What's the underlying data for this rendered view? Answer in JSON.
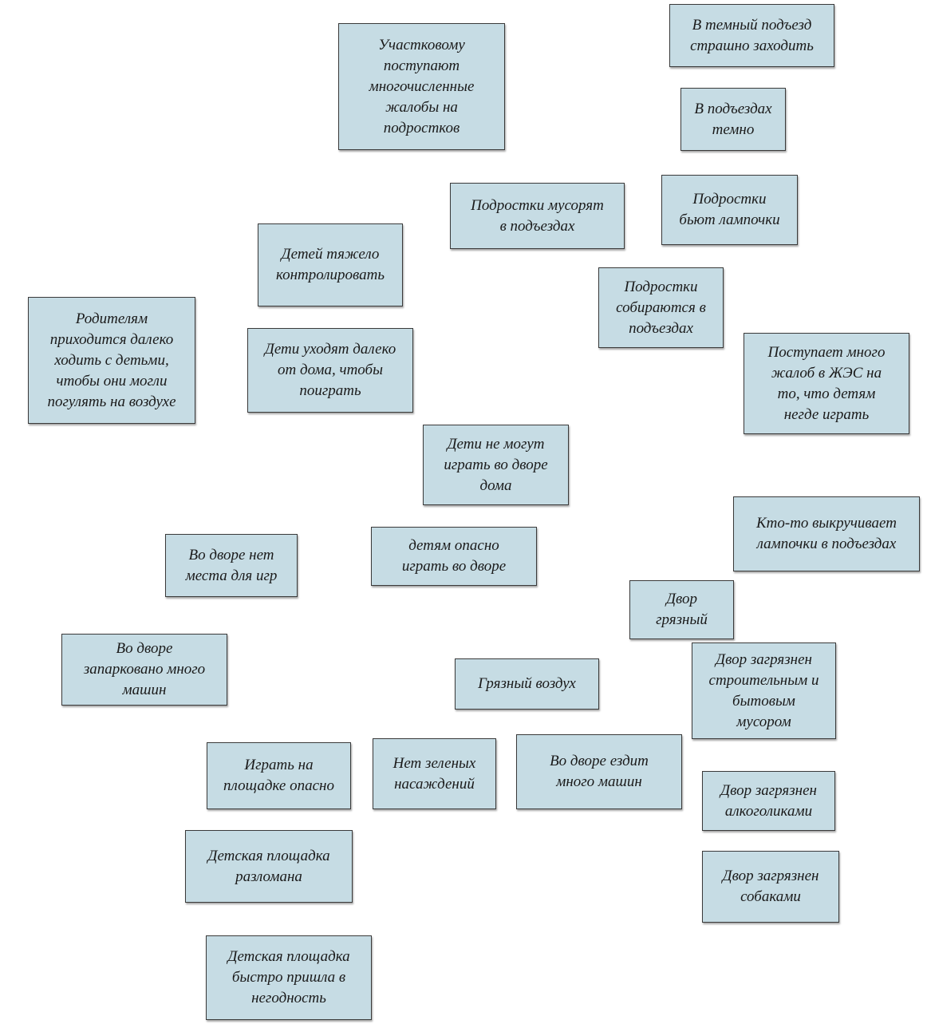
{
  "colors": {
    "card_fill": "#c6dce4",
    "card_border": "#3a3a3a",
    "text": "#1a1a1a",
    "background": "#ffffff"
  },
  "cards": [
    {
      "id": "complaints-teens",
      "text": "Участковому\nпоступают\nмногочисленные\nжалобы на\nподростков"
    },
    {
      "id": "dark-entrance-scary",
      "text": "В темный подъезд\nстрашно заходить"
    },
    {
      "id": "entrances-dark",
      "text": "В подъездах\nтемно"
    },
    {
      "id": "teens-litter",
      "text": "Подростки мусорят\nв подъездах"
    },
    {
      "id": "teens-break-bulbs",
      "text": "Подростки\nбьют лампочки"
    },
    {
      "id": "kids-hard-control",
      "text": "Детей тяжело\nконтролировать"
    },
    {
      "id": "teens-gather",
      "text": "Подростки\nсобираются в\nподъездах"
    },
    {
      "id": "parents-walk-far",
      "text": "Родителям\nприходится далеко\nходить с детьми,\nчтобы они могли\nпогулять на воздухе"
    },
    {
      "id": "kids-leave-far",
      "text": "Дети уходят далеко\nот дома, чтобы\nпоиграть"
    },
    {
      "id": "jes-complaints",
      "text": "Поступает много\nжалоб в ЖЭС на\nто, что детям\nнегде играть"
    },
    {
      "id": "kids-cant-play",
      "text": "Дети не могут\nиграть во дворе\nдома"
    },
    {
      "id": "someone-unscrews-bulbs",
      "text": "Кто-то выкручивает\nлампочки в подъездах"
    },
    {
      "id": "no-play-space",
      "text": "Во дворе нет\nместа для игр"
    },
    {
      "id": "dangerous-to-play",
      "text": "детям опасно\nиграть во дворе"
    },
    {
      "id": "yard-dirty",
      "text": "Двор\nгрязный"
    },
    {
      "id": "many-parked-cars",
      "text": "Во дворе\nзапарковано много\nмашин"
    },
    {
      "id": "dirty-air",
      "text": "Грязный воздух"
    },
    {
      "id": "construction-waste",
      "text": "Двор загрязнен\nстроительным и\nбытовым\nмусором"
    },
    {
      "id": "playground-dangerous",
      "text": "Играть на\nплощадке опасно"
    },
    {
      "id": "no-greenery",
      "text": "Нет зеленых\nнасаждений"
    },
    {
      "id": "many-cars-drive",
      "text": "Во дворе ездит\nмного машин"
    },
    {
      "id": "alcoholics",
      "text": "Двор загрязнен\nалкоголиками"
    },
    {
      "id": "playground-broken",
      "text": "Детская площадка\nразломана"
    },
    {
      "id": "dogs",
      "text": "Двор загрязнен\nсобаками"
    },
    {
      "id": "playground-worn-out",
      "text": "Детская площадка\nбыстро пришла в\nнегодность"
    }
  ]
}
